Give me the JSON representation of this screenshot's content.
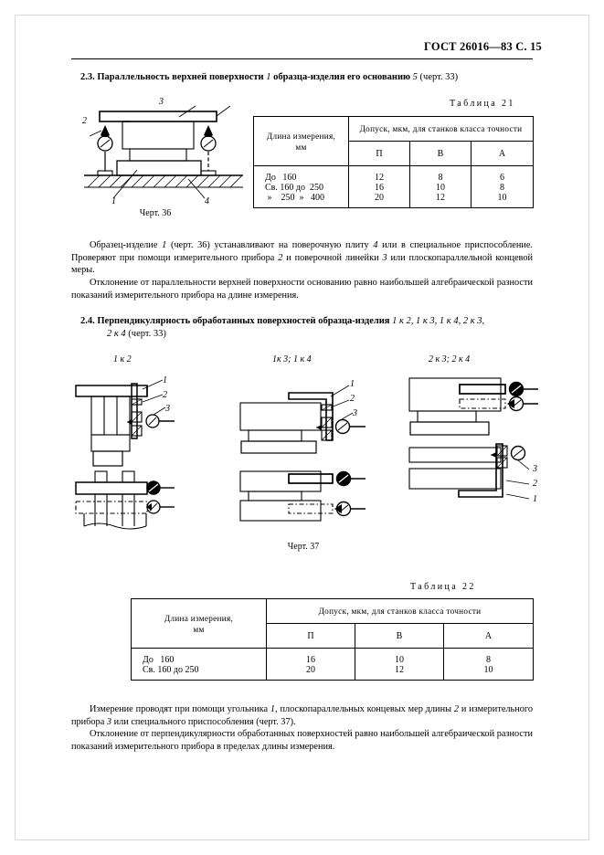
{
  "document": {
    "header": "ГОСТ 26016—83 С. 15"
  },
  "sections": [
    {
      "id": "2.3",
      "number": "2.3.",
      "title_bold": "Параллельность верхней поверхности",
      "title_italic_1": "1",
      "title_bold_2": "образца-изделия его основанию",
      "title_italic_2": "5",
      "title_tail": "(черт. 33)"
    },
    {
      "id": "2.4",
      "number": "2.4.",
      "title_bold": "Перпендикулярность обработанных поверхностей образца-изделия",
      "title_refs": "1 к 2,  1 к 3,  1 к 4, 2 к 3,",
      "title_refs_line2": "2 к 4",
      "title_tail": "(черт. 33)"
    }
  ],
  "figure36": {
    "caption": "Черт. 36",
    "callouts": {
      "one": "1",
      "two": "2",
      "three": "3",
      "four": "4"
    }
  },
  "figure37": {
    "caption": "Черт. 37",
    "group_labels": [
      "1 к 2",
      "1к 3;  1 к 4",
      "2 к 3;  2 к 4"
    ],
    "callouts": {
      "one": "1",
      "two": "2",
      "three": "3"
    }
  },
  "table21": {
    "title": "Таблица  21",
    "header_left": "Длина измерения,\nмм",
    "header_span": "Допуск, мкм, для станков класса точности",
    "class_columns": [
      "П",
      "В",
      "А"
    ],
    "rows": [
      {
        "label": "До   160",
        "values": [
          "12",
          "8",
          "6"
        ]
      },
      {
        "label": "Св. 160 до  250",
        "values": [
          "16",
          "10",
          "8"
        ]
      },
      {
        "label": " »    250  »   400",
        "values": [
          "20",
          "12",
          "10"
        ]
      }
    ]
  },
  "table22": {
    "title": "Таблица  22",
    "header_left": "Длина измерения,\nмм",
    "header_span": "Допуск, мкм, для станков класса точности",
    "class_columns": [
      "П",
      "В",
      "А"
    ],
    "rows": [
      {
        "label": "До   160",
        "values": [
          "16",
          "10",
          "8"
        ]
      },
      {
        "label": "Св. 160 до 250",
        "values": [
          "20",
          "12",
          "10"
        ]
      }
    ]
  },
  "paragraphs": {
    "p1_a": "Образец-изделие",
    "p1_i1": "1",
    "p1_b": "(черт. 36) устанавливают на поверочную плиту",
    "p1_i2": "4",
    "p1_c": "или в специальное приспособление. Проверяют при помощи измерительного прибора",
    "p1_i3": "2",
    "p1_d": "и поверочной линейки",
    "p1_i4": "3",
    "p1_e": "или плоскопараллельной концевой меры.",
    "p2": "Отклонение от параллельности верхней поверхности основанию равно наибольшей алгебраической разности показаний измерительного прибора на длине измерения.",
    "p3_a": "Измерение проводят при помощи угольника",
    "p3_i1": "1",
    "p3_b": ", плоскопараллельных концевых мер длины",
    "p3_i2": "2",
    "p3_c": "и измерительного прибора",
    "p3_i3": "3",
    "p3_d": "или специального приспособления (черт. 37).",
    "p4": "Отклонение от перпендикулярности обработанных поверхностей равно наибольшей алгебраической разности показаний измерительного прибора в пределах длины измерения."
  }
}
